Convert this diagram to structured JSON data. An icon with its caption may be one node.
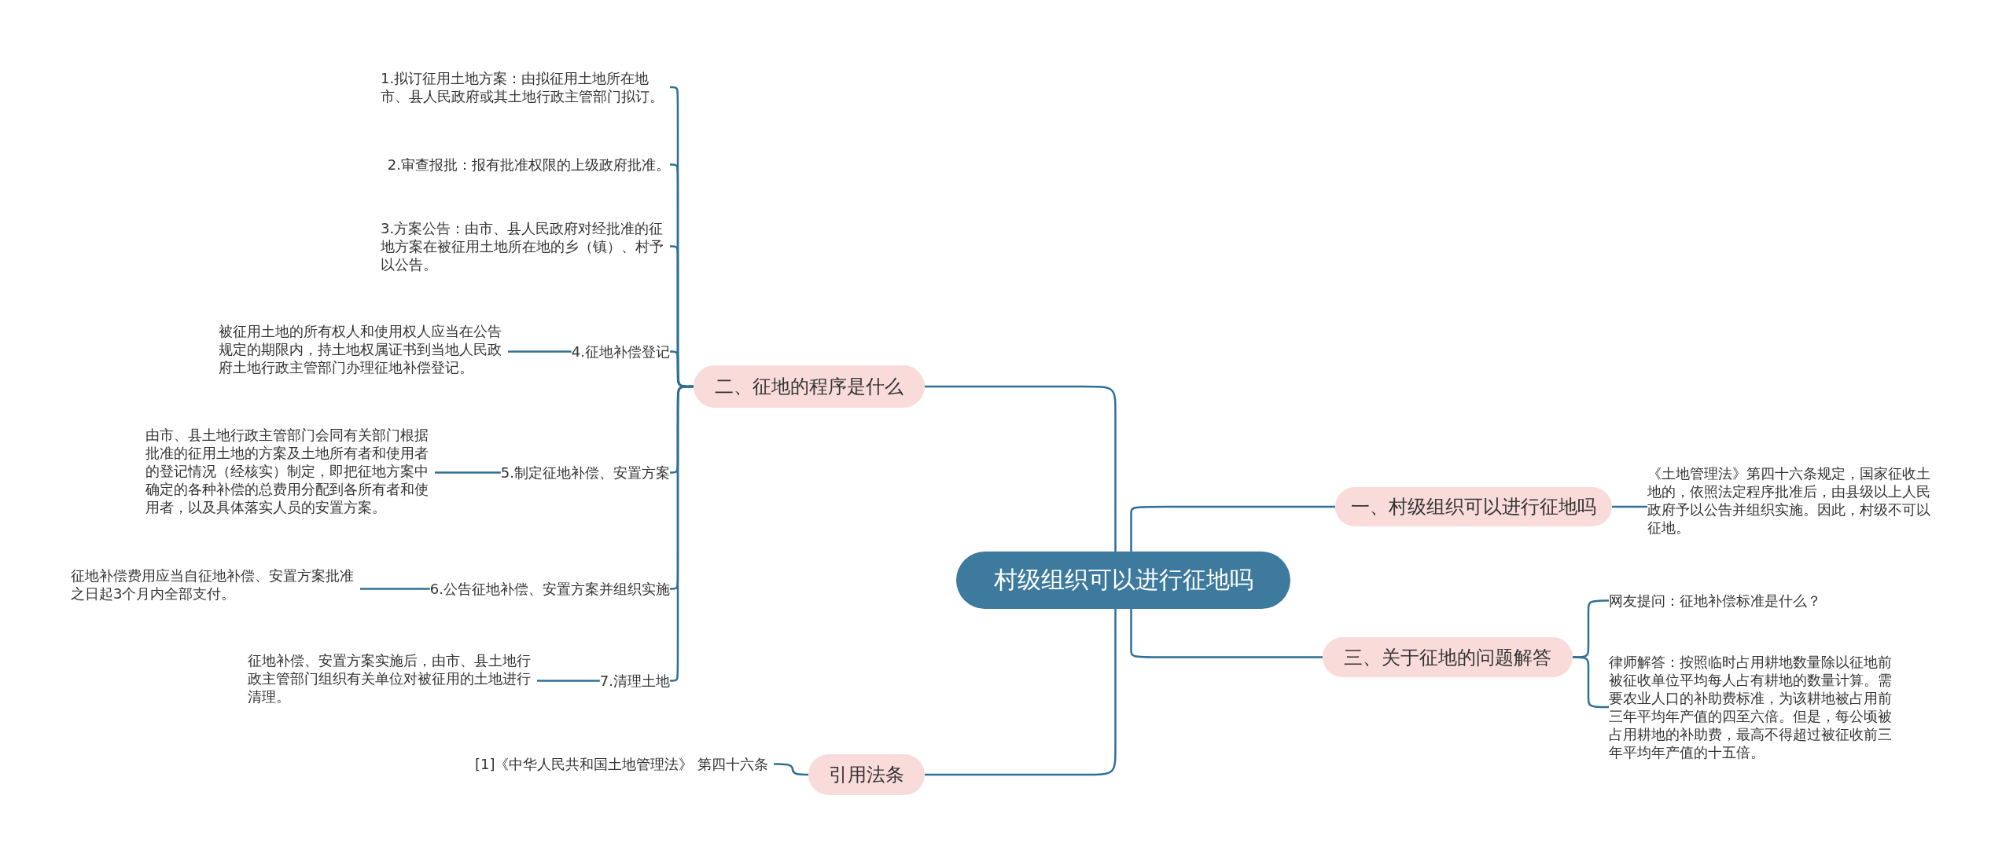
{
  "diagram": {
    "nodes": [
      {
        "text": [
          "村级组织可以进行征地吗"
        ]
      },
      {
        "text": [
          "二、征地的程序是什么"
        ]
      },
      {
        "text": [
          "1.拟订征用土地方案：由拟征用土地所在地市、县人民政府或其土地行政主管部门拟订。"
        ]
      },
      {
        "text": [
          "2.审查报批：报有批准权限的上级政府批准。"
        ]
      },
      {
        "text": [
          "3.方案公告：由市、县人民政府对经批准的征地方案在被征用土地所在地的乡（镇）、村予以公告。"
        ]
      },
      {
        "text": [
          "4.征地补偿登记"
        ]
      },
      {
        "text": [
          "被征用土地的所有权人和使用权人应当在公告规定的期限内，持土地权属证书到当地人民政府土地行政主管部门办理征地补偿登记。"
        ]
      },
      {
        "text": [
          "5.制定征地补偿、安置方案"
        ]
      },
      {
        "text": [
          "由市、县土地行政主管部门会同有关部门根据批准的征用土地的方案及土地所有者和使用者的登记情况（经核实）制定，即把征地方案中确定的各种补偿的总费用分配到各所有者和使用者，以及具体落实人员的安置方案。"
        ]
      },
      {
        "text": [
          "6.公告征地补偿、安置方案并组织实施"
        ]
      },
      {
        "text": [
          "征地补偿费用应当自征地补偿、安置方案批准之日起3个月内全部支付。"
        ]
      },
      {
        "text": [
          "7.清理土地"
        ]
      },
      {
        "text": [
          "征地补偿、安置方案实施后，由市、县土地行政主管部门组织有关单位对被征用的土地进行清理。"
        ]
      },
      {
        "text": [
          "一、村级组织可以进行征地吗"
        ]
      },
      {
        "text": [
          "《土地管理法》第四十六条规定，国家征收土地的，依照法定程序批准后，由县级以上人民政府予以公告并组织实施。因此，村级不可以征地。"
        ]
      },
      {
        "text": [
          "三、关于征地的问题解答"
        ]
      },
      {
        "text": [
          "网友提问：征地补偿标准是什么？"
        ]
      },
      {
        "text": [
          "律师解答：按照临时占用耕地数量除以征地前被征收单位平均每人占有耕地的数量计算。需要农业人口的补助费标准，为该耕地被占用前三年平均年产值的四至六倍。但是，每公顷被占用耕地的补助费，最高不得超过被征收前三年平均年产值的十五倍。"
        ]
      },
      {
        "text": [
          "引用法条"
        ]
      },
      {
        "text": [
          "[1]《中华人民共和国土地管理法》 第四十六条"
        ]
      }
    ],
    "edges": [
      {
        "from": 0,
        "to": 1,
        "arrow": "none"
      },
      {
        "from": 1,
        "to": 2,
        "arrow": "none"
      },
      {
        "from": 1,
        "to": 3,
        "arrow": "none"
      },
      {
        "from": 1,
        "to": 4,
        "arrow": "none"
      },
      {
        "from": 1,
        "to": 5,
        "arrow": "none"
      },
      {
        "from": 5,
        "to": 6,
        "arrow": "none"
      },
      {
        "from": 1,
        "to": 7,
        "arrow": "none"
      },
      {
        "from": 7,
        "to": 8,
        "arrow": "none"
      },
      {
        "from": 1,
        "to": 9,
        "arrow": "none"
      },
      {
        "from": 9,
        "to": 10,
        "arrow": "none"
      },
      {
        "from": 1,
        "to": 11,
        "arrow": "none"
      },
      {
        "from": 11,
        "to": 12,
        "arrow": "none"
      },
      {
        "from": 0,
        "to": 13,
        "arrow": "none"
      },
      {
        "from": 13,
        "to": 14,
        "arrow": "none"
      },
      {
        "from": 0,
        "to": 15,
        "arrow": "none"
      },
      {
        "from": 15,
        "to": 16,
        "arrow": "none"
      },
      {
        "from": 15,
        "to": 17,
        "arrow": "none"
      },
      {
        "from": 0,
        "to": 18,
        "arrow": "none"
      },
      {
        "from": 18,
        "to": 19,
        "arrow": "none"
      }
    ]
  }
}
